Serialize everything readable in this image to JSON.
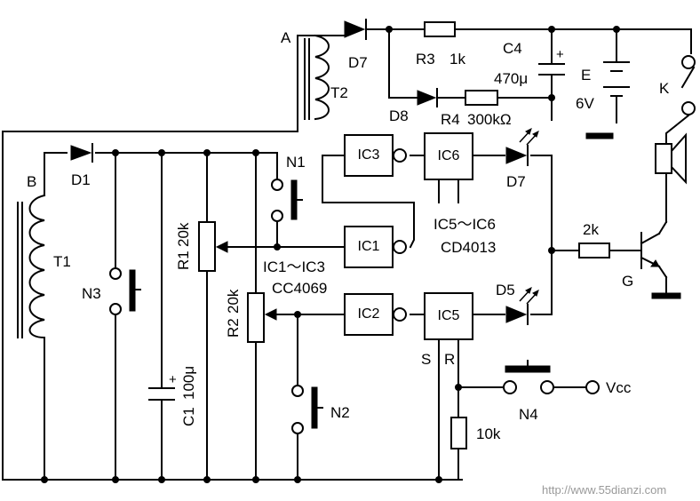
{
  "labels": {
    "A": "A",
    "B": "B",
    "D7_top": "D7",
    "T2": "T2",
    "D8": "D8",
    "R3": "R3",
    "R3_val": "1k",
    "C4": "C4",
    "C4_val": "470μ",
    "E": "E",
    "E_val": "6V",
    "K": "K",
    "D1": "D1",
    "T1": "T1",
    "N3": "N3",
    "R1": "R1",
    "R1_val": "20k",
    "R2": "R2",
    "R2_val": "20k",
    "C1": "C1",
    "C1_val": "100μ",
    "N1": "N1",
    "N2": "N2",
    "IC3": "IC3",
    "IC6": "IC6",
    "IC1": "IC1",
    "IC2": "IC2",
    "IC5": "IC5",
    "D7_led": "D7",
    "D5": "D5",
    "range56": "IC5～IC6",
    "part4013": "CD4013",
    "range13": "IC1～IC3",
    "part4069": "CC4069",
    "R_2k": "2k",
    "G": "G",
    "S": "S",
    "R": "R",
    "N4": "N4",
    "Vcc": "Vcc",
    "R_10k": "10k",
    "R4": "R4",
    "R4_val": "300kΩ",
    "plus": "+"
  },
  "watermark": "http://www.55dianzi.com"
}
